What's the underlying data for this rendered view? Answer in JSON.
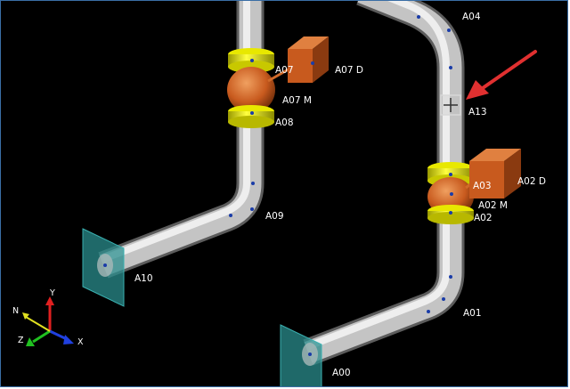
{
  "viewport": {
    "background": "#000000",
    "pipe_color": "#c8c8c8",
    "flange_color": "#e8e800",
    "valve_color": "#c85a1e",
    "anchor_color": "#2a8c8c",
    "arrow_color": "#e03030"
  },
  "node_labels": {
    "a00": "A00",
    "a01": "A01",
    "a02": "A02",
    "a02m": "A02 M",
    "a02d": "A02 D",
    "a03": "A03",
    "a04": "A04",
    "a07": "A07",
    "a07m": "A07 M",
    "a07d": "A07 D",
    "a08": "A08",
    "a09": "A09",
    "a10": "A10",
    "a13": "A13"
  },
  "triad": {
    "x": "X",
    "y": "Y",
    "z": "Z",
    "n": "N"
  },
  "icons": {
    "node_marker": "crosshair-box-icon",
    "pointer": "red-arrow-icon",
    "triad": "coordinate-axes-icon"
  }
}
